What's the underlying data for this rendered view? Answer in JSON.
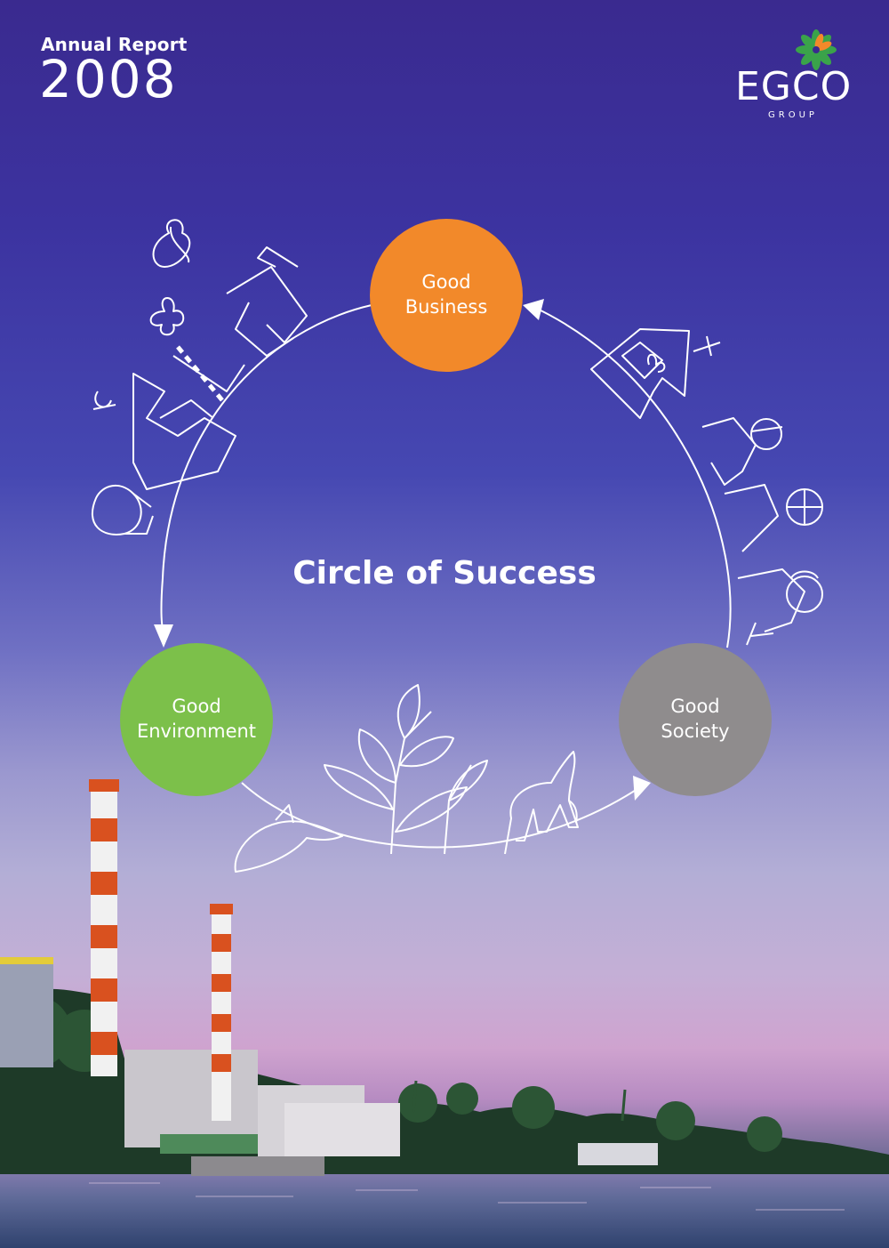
{
  "header": {
    "report_label": "Annual Report",
    "report_year": "2008"
  },
  "logo": {
    "word": "EGCO",
    "sub": "GROUP",
    "icon": "flower-logo-icon",
    "colors": {
      "orange": "#f2892a",
      "green": "#3aa34a"
    }
  },
  "diagram": {
    "title": "Circle of Success",
    "nodes": [
      {
        "line1": "Good",
        "line2": "Business",
        "color": "#f2892a"
      },
      {
        "line1": "Good",
        "line2": "Environment",
        "color": "#7cc04a"
      },
      {
        "line1": "Good",
        "line2": "Society",
        "color": "#8f8c8d"
      }
    ]
  },
  "background": {
    "sky_top": "#3a2a8f",
    "sky_mid": "#9b98cf",
    "horizon": "#cfa3cf",
    "water": "#3b4d79"
  }
}
